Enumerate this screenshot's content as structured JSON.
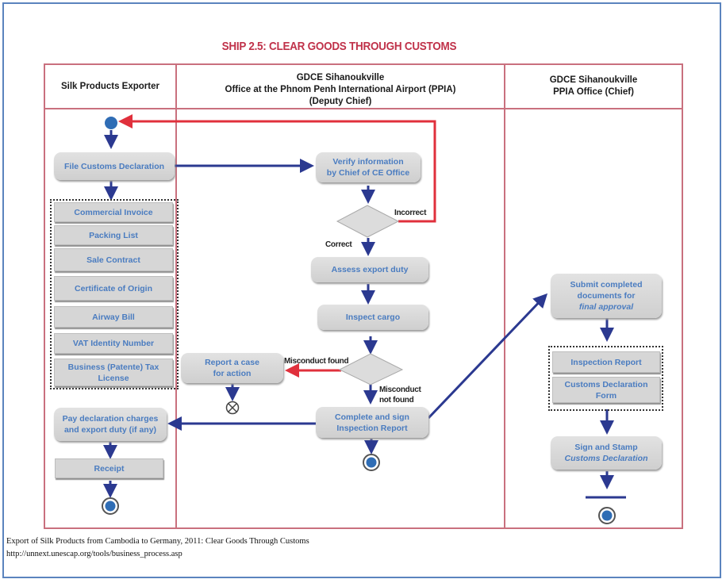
{
  "title": "SHIP 2.5: CLEAR GOODS THROUGH CUSTOMS",
  "lanes": [
    {
      "name": "Silk Products Exporter"
    },
    {
      "name_lines": [
        "GDCE Sihanoukville",
        "Office at the Phnom Penh International Airport (PPIA)",
        "(Deputy Chief)"
      ]
    },
    {
      "name_lines": [
        "GDCE Sihanoukville",
        "PPIA Office (Chief)"
      ]
    }
  ],
  "exporter": {
    "file_declaration": "File Customs Declaration",
    "documents": [
      "Commercial Invoice",
      "Packing List",
      "Sale Contract",
      "Certificate of Origin",
      "Airway Bill",
      "VAT Identity Number",
      "Business (Patente) Tax License"
    ],
    "pay_lines": [
      "Pay declaration charges",
      "and export duty (if any)"
    ],
    "receipt": "Receipt"
  },
  "deputy": {
    "verify_lines": [
      "Verify information",
      "by Chief of CE Office"
    ],
    "label_incorrect": "Incorrect",
    "label_correct": "Correct",
    "assess": "Assess export duty",
    "inspect": "Inspect cargo",
    "label_misconduct_found": "Misconduct found",
    "label_misconduct_not_found_lines": [
      "Misconduct",
      "not found"
    ],
    "report_lines": [
      "Report a case",
      "for action"
    ],
    "complete_lines": [
      "Complete and sign",
      "Inspection Report"
    ]
  },
  "chief": {
    "submit_lines": [
      "Submit completed",
      "documents for"
    ],
    "submit_italic": "final approval",
    "documents": [
      "Inspection Report",
      "Customs Declaration Form"
    ],
    "sign_line": "Sign and Stamp",
    "sign_italic": "Customs Declaration"
  },
  "colors": {
    "lane_border": "#c9707e",
    "title": "#c0324a",
    "flow_arrow": "#2b3990",
    "reject_arrow": "#e0303c",
    "node_text": "#4a7cc0",
    "node_start": "#2f6db5",
    "frame": "#5b84be"
  },
  "caption": {
    "line1": "Export of Silk Products from Cambodia to Germany, 2011: Clear Goods Through Customs",
    "line2": "http://unnext.unescap.org/tools/business_process.asp"
  }
}
